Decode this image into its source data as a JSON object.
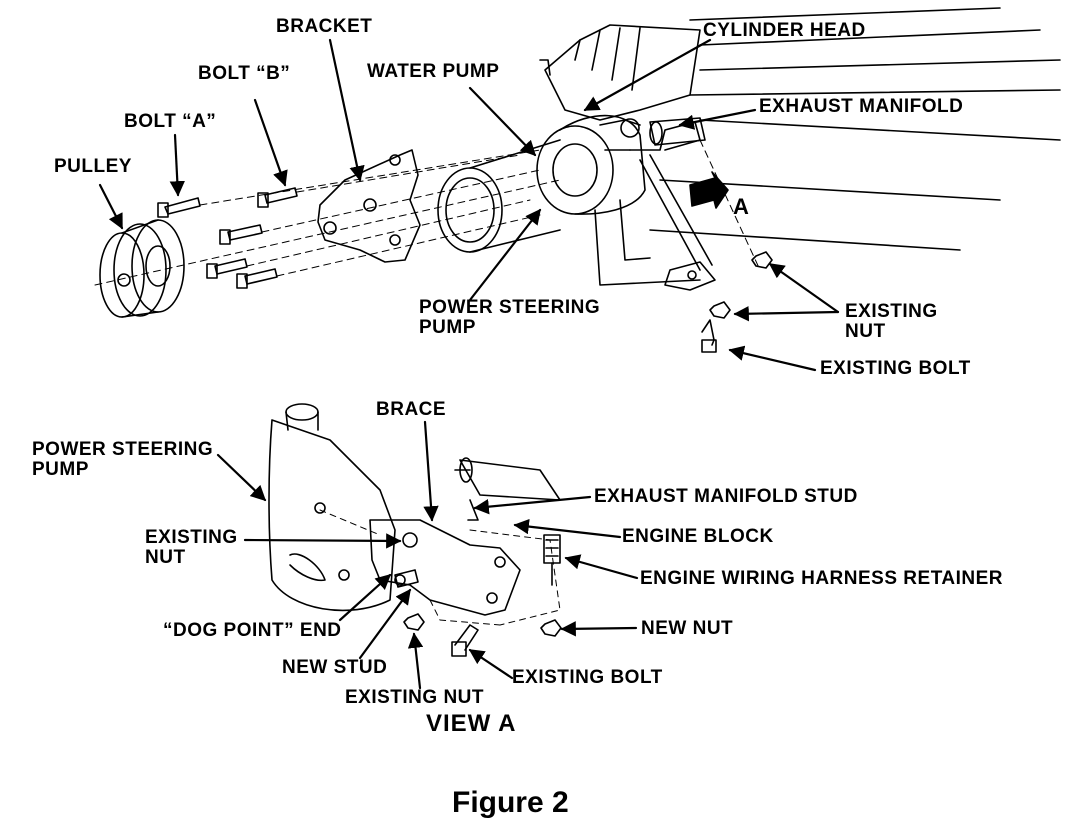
{
  "upper_view": {
    "labels": {
      "bracket": "BRACKET",
      "cylinder_head": "CYLINDER HEAD",
      "bolt_b": "BOLT “B”",
      "water_pump": "WATER PUMP",
      "exhaust_manifold": "EXHAUST MANIFOLD",
      "bolt_a": "BOLT “A”",
      "pulley": "PULLEY",
      "view_arrow": "A",
      "power_steering_pump": [
        "POWER STEERING",
        "PUMP"
      ],
      "existing_nut": [
        "EXISTING",
        "NUT"
      ],
      "existing_bolt": "EXISTING BOLT"
    }
  },
  "view_a": {
    "title": "VIEW A",
    "labels": {
      "brace": "BRACE",
      "power_steering_pump": [
        "POWER STEERING",
        "PUMP"
      ],
      "exhaust_manifold_stud": "EXHAUST MANIFOLD STUD",
      "existing_nut_top": [
        "EXISTING",
        "NUT"
      ],
      "engine_block": "ENGINE BLOCK",
      "engine_wiring_harness_retainer": "ENGINE WIRING HARNESS RETAINER",
      "dog_point_end": "“DOG POINT” END",
      "new_nut": "NEW NUT",
      "new_stud": "NEW STUD",
      "existing_bolt": "EXISTING BOLT",
      "existing_nut_bottom": "EXISTING NUT"
    }
  },
  "caption": "Figure 2"
}
